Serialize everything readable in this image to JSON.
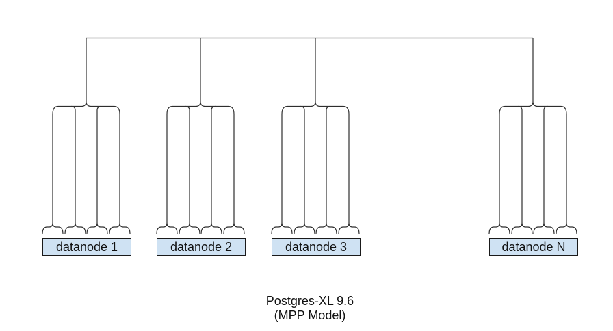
{
  "diagram": {
    "caption": {
      "line1": "Postgres-XL 9.6",
      "line2": "(MPP Model)"
    },
    "nodes": [
      {
        "label": "datanode 1"
      },
      {
        "label": "datanode 2"
      },
      {
        "label": "datanode 3"
      },
      {
        "label": "datanode N"
      }
    ],
    "colors": {
      "node_fill": "#cfe2f3",
      "node_border": "#1a1a1a",
      "connector": "#2e2e2e",
      "text": "#111111",
      "background": "#ffffff"
    }
  }
}
